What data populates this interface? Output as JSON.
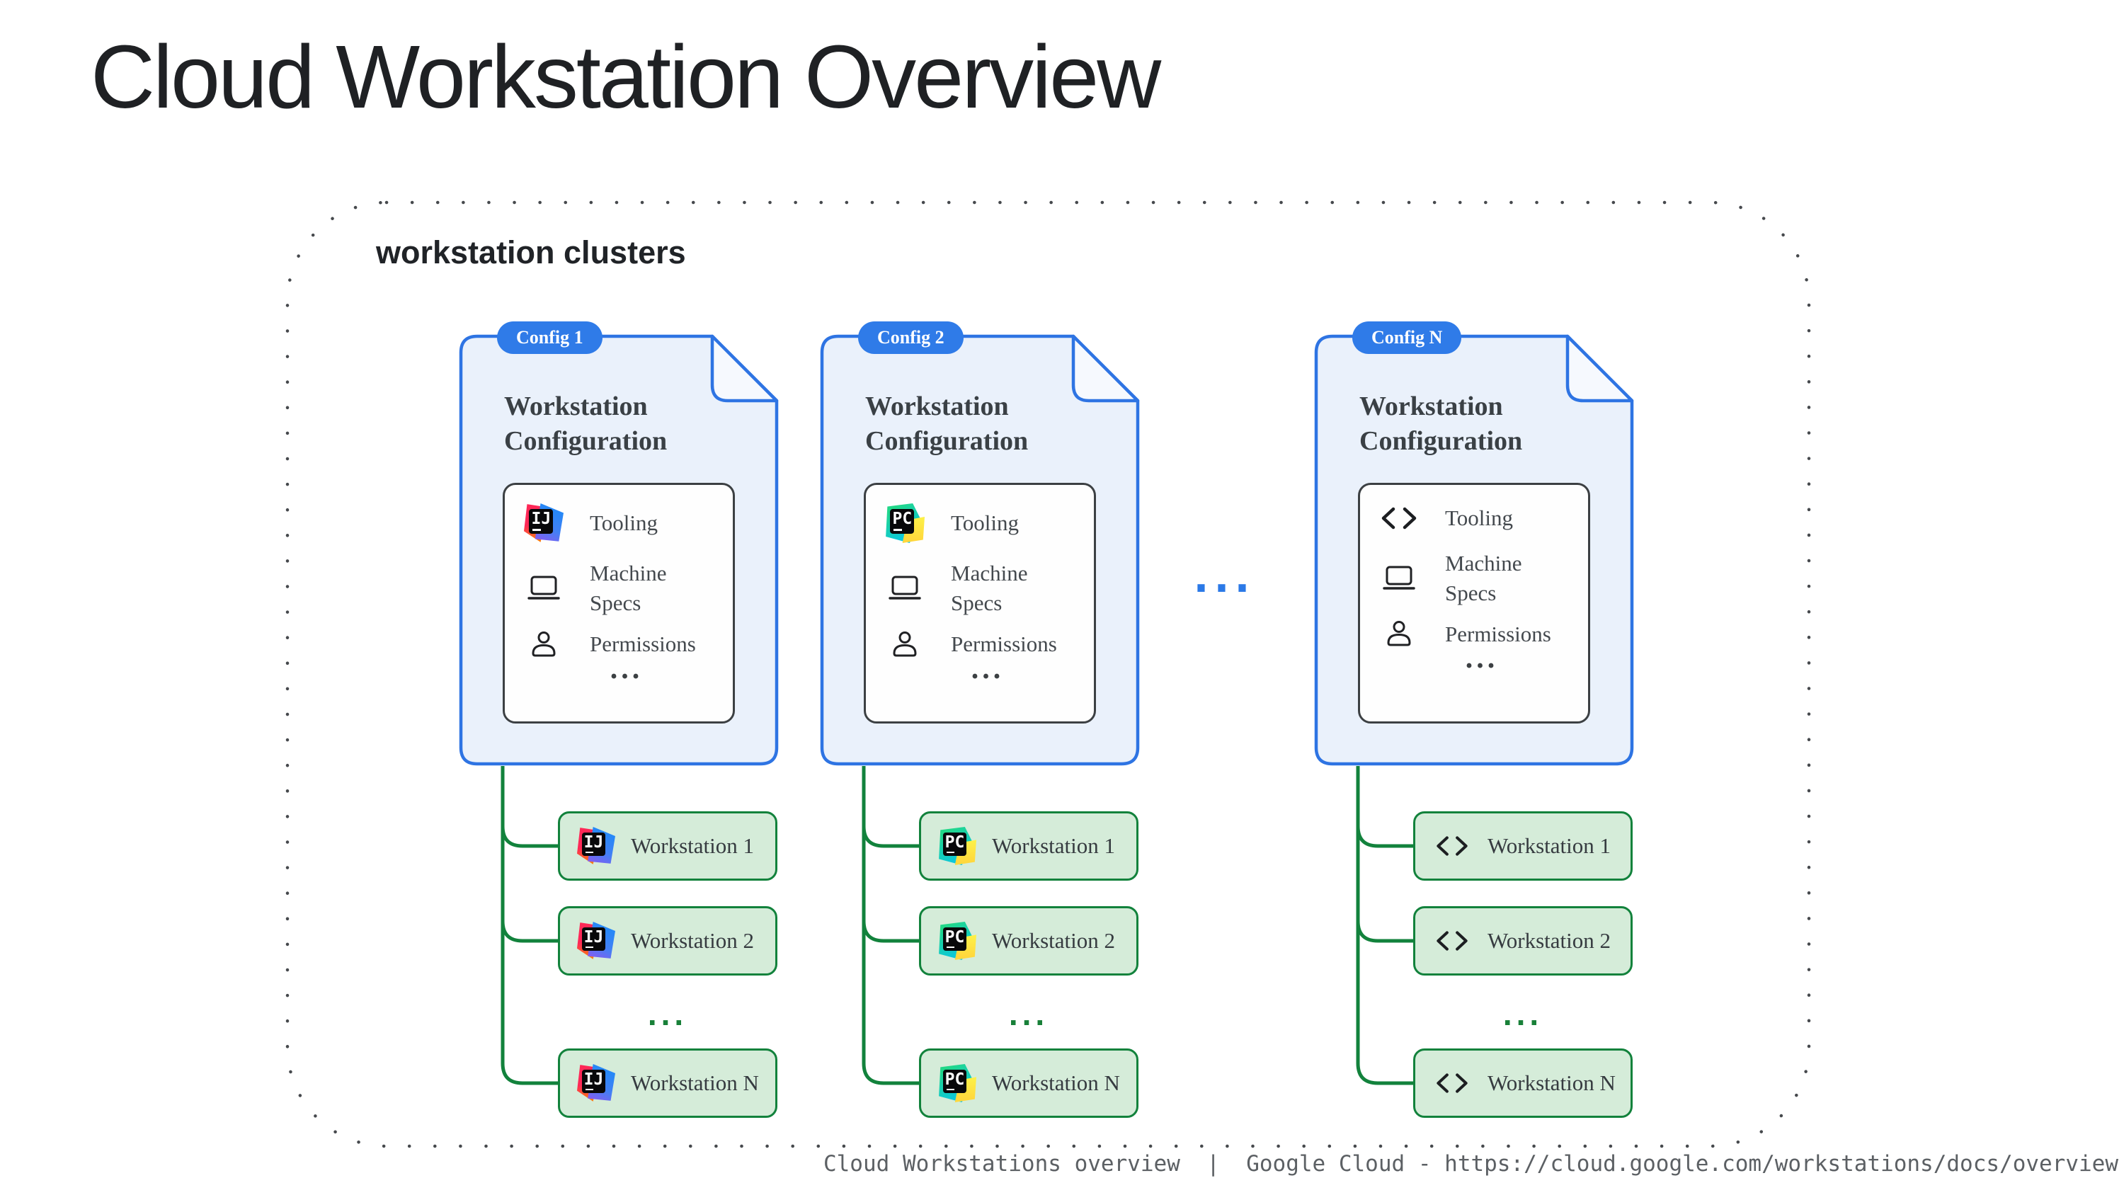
{
  "page": {
    "title": "Cloud Workstation Overview"
  },
  "cluster": {
    "label": "workstation clusters",
    "more_configs_ellipsis": "..."
  },
  "configs": [
    {
      "badge": "Config 1",
      "heading": "Workstation Configuration",
      "tooling_icon": "intellij-idea-icon",
      "rows": {
        "tooling": "Tooling",
        "machine_specs": "Machine Specs",
        "permissions": "Permissions",
        "more": "..."
      },
      "workstations": [
        "Workstation 1",
        "Workstation 2",
        "Workstation N"
      ],
      "more_workstations_ellipsis": "..."
    },
    {
      "badge": "Config 2",
      "heading": "Workstation Configuration",
      "tooling_icon": "pycharm-icon",
      "rows": {
        "tooling": "Tooling",
        "machine_specs": "Machine Specs",
        "permissions": "Permissions",
        "more": "..."
      },
      "workstations": [
        "Workstation 1",
        "Workstation 2",
        "Workstation N"
      ],
      "more_workstations_ellipsis": "..."
    },
    {
      "badge": "Config N",
      "heading": "Workstation Configuration",
      "tooling_icon": "code-brackets-icon",
      "rows": {
        "tooling": "Tooling",
        "machine_specs": "Machine Specs",
        "permissions": "Permissions",
        "more": "..."
      },
      "workstations": [
        "Workstation 1",
        "Workstation 2",
        "Workstation N"
      ],
      "more_workstations_ellipsis": "..."
    }
  ],
  "footer": {
    "text": "Cloud Workstations overview  |  Google Cloud - https://cloud.google.com/workstations/docs/overview"
  },
  "colors": {
    "accent_blue": "#2e74e3",
    "badge_blue": "#2f7be8",
    "card_fill": "#eaf1fb",
    "fold_fill": "#f6f9fe",
    "green_line": "#12823c",
    "workstation_fill": "#d5ecd9",
    "dotted_border": "#46494d"
  }
}
